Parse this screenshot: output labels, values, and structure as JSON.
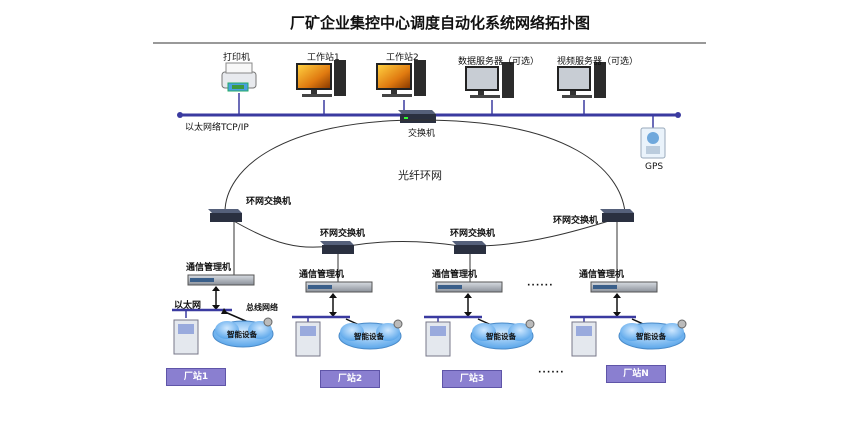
{
  "title": "厂矿企业集控中心调度自动化系统网络拓扑图",
  "top_devices": {
    "printer": "打印机",
    "workstation1": "工作站1",
    "workstation2": "工作站2",
    "data_server": "数据服务器（可选）",
    "video_server": "视频服务器（可选）"
  },
  "ethernet_label": "以太网络TCP/IP",
  "core_switch": "交换机",
  "gps": "GPS",
  "fiber_ring": "光纤环网",
  "ring_switch": "环网交换机",
  "comm_manager": "通信管理机",
  "station_ethernet": "以太网",
  "bus_network": "总线网络",
  "smart_device": "智能设备",
  "ellipsis_dots": "······",
  "stations": [
    "厂站1",
    "厂站2",
    "厂站3",
    "厂站N"
  ],
  "colors": {
    "bus": "#3a3aa0",
    "plant_badge": "#8a7fd0",
    "cloud": "#7ab8ee",
    "monitor": "#e8a020"
  }
}
